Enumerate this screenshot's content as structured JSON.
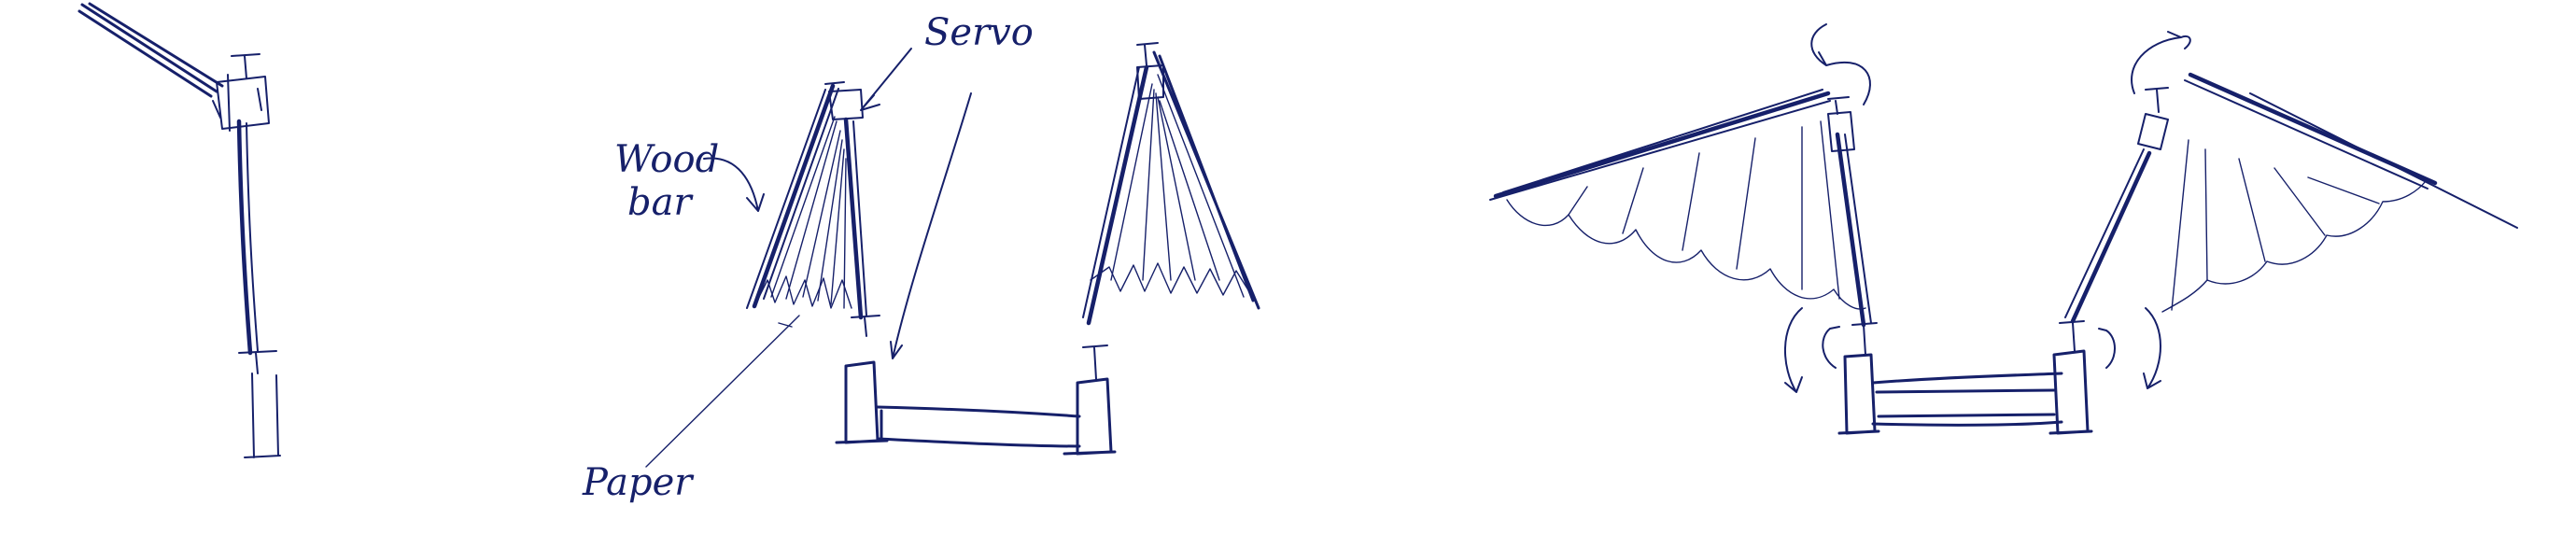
{
  "labels": {
    "wood_bar_line1": "Wood",
    "wood_bar_line2": "bar",
    "servo": "Servo",
    "paper": "Paper"
  },
  "colors": {
    "ink": "#16206a",
    "background": "#ffffff"
  }
}
